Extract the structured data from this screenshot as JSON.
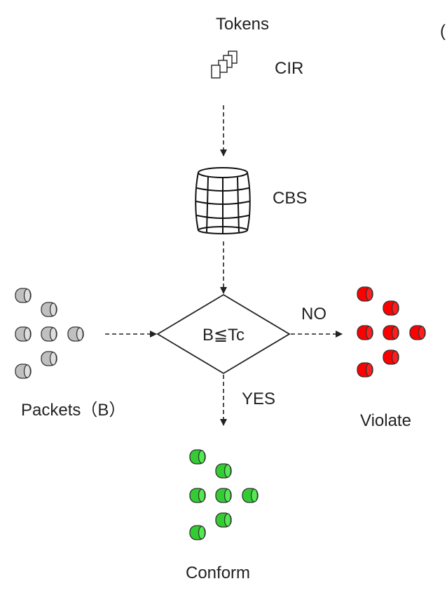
{
  "labels": {
    "tokens": "Tokens",
    "cir": "CIR",
    "cbs": "CBS",
    "condition": "B≦Tc",
    "no": "NO",
    "yes": "YES",
    "packets": "Packets（B）",
    "violate": "Violate",
    "conform": "Conform",
    "edge_char": "("
  },
  "packet_groups": {
    "input": {
      "color": "#c0c0c0",
      "icon": "packet-cylinder-icon"
    },
    "violate": {
      "color": "#ff0000",
      "icon": "packet-cylinder-icon"
    },
    "conform": {
      "color": "#33cc33",
      "icon": "packet-cylinder-icon"
    }
  },
  "icons": {
    "tokens": "token-stack-icon",
    "bucket": "barrel-bucket-icon"
  }
}
